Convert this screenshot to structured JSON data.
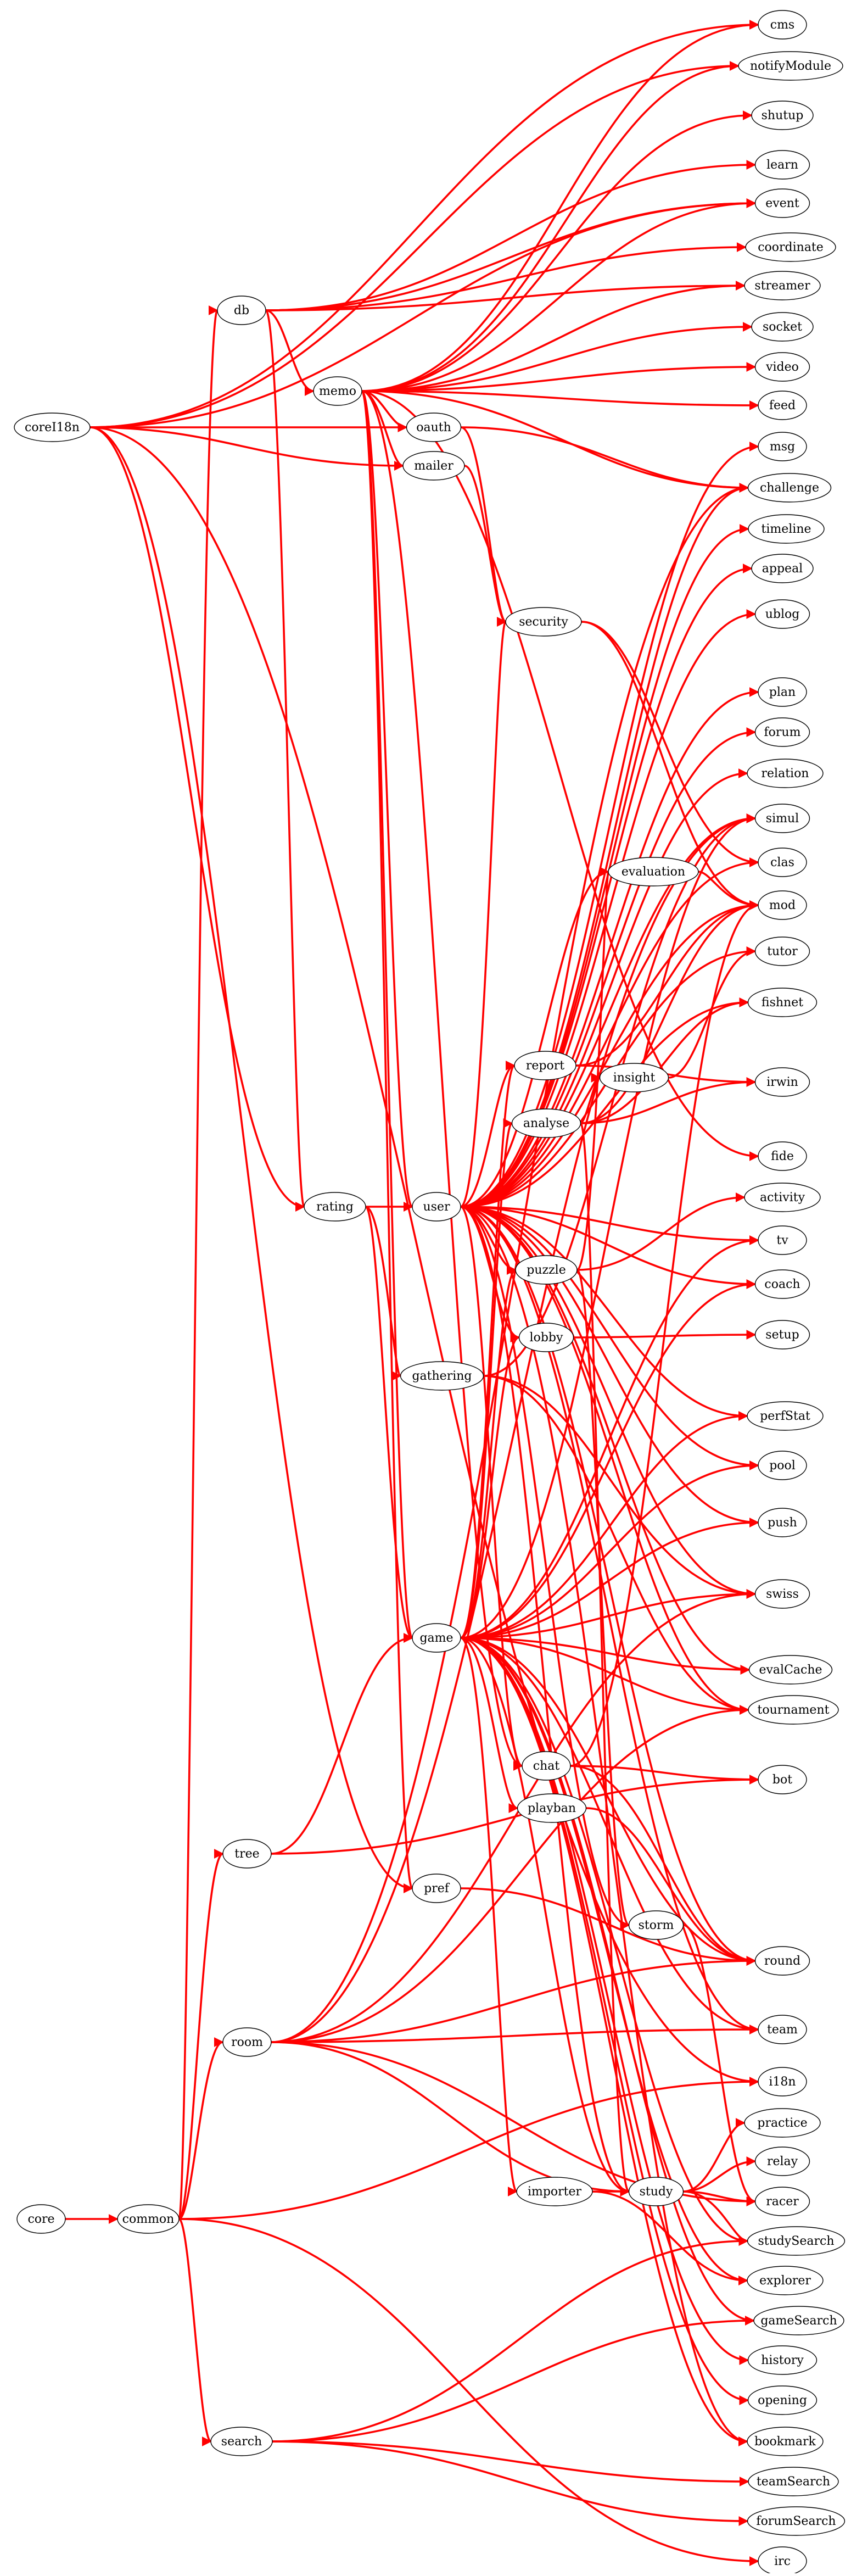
{
  "colors": {
    "edge": "#ff0000",
    "edge_dark": "#000000",
    "node_fill": "#ffffff",
    "node_stroke": "#000000",
    "background": "#ffffff"
  },
  "nodes": [
    {
      "id": "cms",
      "label": "cms"
    },
    {
      "id": "notifyModule",
      "label": "notifyModule"
    },
    {
      "id": "shutup",
      "label": "shutup"
    },
    {
      "id": "learn",
      "label": "learn"
    },
    {
      "id": "event",
      "label": "event"
    },
    {
      "id": "coordinate",
      "label": "coordinate"
    },
    {
      "id": "streamer",
      "label": "streamer"
    },
    {
      "id": "socket",
      "label": "socket"
    },
    {
      "id": "video",
      "label": "video"
    },
    {
      "id": "feed",
      "label": "feed"
    },
    {
      "id": "msg",
      "label": "msg"
    },
    {
      "id": "challenge",
      "label": "challenge"
    },
    {
      "id": "timeline",
      "label": "timeline"
    },
    {
      "id": "appeal",
      "label": "appeal"
    },
    {
      "id": "ublog",
      "label": "ublog"
    },
    {
      "id": "plan",
      "label": "plan"
    },
    {
      "id": "forum",
      "label": "forum"
    },
    {
      "id": "relation",
      "label": "relation"
    },
    {
      "id": "simul",
      "label": "simul"
    },
    {
      "id": "clas",
      "label": "clas"
    },
    {
      "id": "mod",
      "label": "mod"
    },
    {
      "id": "tutor",
      "label": "tutor"
    },
    {
      "id": "fishnet",
      "label": "fishnet"
    },
    {
      "id": "irwin",
      "label": "irwin"
    },
    {
      "id": "fide",
      "label": "fide"
    },
    {
      "id": "activity",
      "label": "activity"
    },
    {
      "id": "tv",
      "label": "tv"
    },
    {
      "id": "coach",
      "label": "coach"
    },
    {
      "id": "setup",
      "label": "setup"
    },
    {
      "id": "perfStat",
      "label": "perfStat"
    },
    {
      "id": "pool",
      "label": "pool"
    },
    {
      "id": "push",
      "label": "push"
    },
    {
      "id": "swiss",
      "label": "swiss"
    },
    {
      "id": "evalCache",
      "label": "evalCache"
    },
    {
      "id": "tournament",
      "label": "tournament"
    },
    {
      "id": "bot",
      "label": "bot"
    },
    {
      "id": "round",
      "label": "round"
    },
    {
      "id": "team",
      "label": "team"
    },
    {
      "id": "i18n",
      "label": "i18n"
    },
    {
      "id": "practice",
      "label": "practice"
    },
    {
      "id": "relay",
      "label": "relay"
    },
    {
      "id": "racer",
      "label": "racer"
    },
    {
      "id": "studySearch",
      "label": "studySearch"
    },
    {
      "id": "explorer",
      "label": "explorer"
    },
    {
      "id": "gameSearch",
      "label": "gameSearch"
    },
    {
      "id": "history",
      "label": "history"
    },
    {
      "id": "opening",
      "label": "opening"
    },
    {
      "id": "bookmark",
      "label": "bookmark"
    },
    {
      "id": "teamSearch",
      "label": "teamSearch"
    },
    {
      "id": "forumSearch",
      "label": "forumSearch"
    },
    {
      "id": "irc",
      "label": "irc"
    },
    {
      "id": "coreI18n",
      "label": "coreI18n"
    },
    {
      "id": "db",
      "label": "db"
    },
    {
      "id": "memo",
      "label": "memo"
    },
    {
      "id": "oauth",
      "label": "oauth"
    },
    {
      "id": "mailer",
      "label": "mailer"
    },
    {
      "id": "security",
      "label": "security"
    },
    {
      "id": "evaluation",
      "label": "evaluation"
    },
    {
      "id": "report",
      "label": "report"
    },
    {
      "id": "insight",
      "label": "insight"
    },
    {
      "id": "analyse",
      "label": "analyse"
    },
    {
      "id": "rating",
      "label": "rating"
    },
    {
      "id": "user",
      "label": "user"
    },
    {
      "id": "puzzle",
      "label": "puzzle"
    },
    {
      "id": "lobby",
      "label": "lobby"
    },
    {
      "id": "gathering",
      "label": "gathering"
    },
    {
      "id": "game",
      "label": "game"
    },
    {
      "id": "chat",
      "label": "chat"
    },
    {
      "id": "playban",
      "label": "playban"
    },
    {
      "id": "tree",
      "label": "tree"
    },
    {
      "id": "pref",
      "label": "pref"
    },
    {
      "id": "storm",
      "label": "storm"
    },
    {
      "id": "room",
      "label": "room"
    },
    {
      "id": "importer",
      "label": "importer"
    },
    {
      "id": "study",
      "label": "study"
    },
    {
      "id": "core",
      "label": "core"
    },
    {
      "id": "common",
      "label": "common"
    },
    {
      "id": "search",
      "label": "search"
    }
  ],
  "edges": [
    [
      "core",
      "common"
    ],
    [
      "common",
      "search"
    ],
    [
      "common",
      "room"
    ],
    [
      "common",
      "tree"
    ],
    [
      "common",
      "db"
    ],
    [
      "common",
      "irc"
    ],
    [
      "common",
      "i18n"
    ],
    [
      "coreI18n",
      "cms"
    ],
    [
      "coreI18n",
      "notifyModule"
    ],
    [
      "coreI18n",
      "event"
    ],
    [
      "coreI18n",
      "oauth"
    ],
    [
      "coreI18n",
      "mailer"
    ],
    [
      "coreI18n",
      "rating"
    ],
    [
      "coreI18n",
      "pref"
    ],
    [
      "coreI18n",
      "i18n"
    ],
    [
      "db",
      "memo"
    ],
    [
      "db",
      "learn"
    ],
    [
      "db",
      "event"
    ],
    [
      "db",
      "coordinate"
    ],
    [
      "db",
      "streamer"
    ],
    [
      "db",
      "rating"
    ],
    [
      "memo",
      "cms"
    ],
    [
      "memo",
      "notifyModule"
    ],
    [
      "memo",
      "shutup"
    ],
    [
      "memo",
      "streamer"
    ],
    [
      "memo",
      "socket"
    ],
    [
      "memo",
      "video"
    ],
    [
      "memo",
      "feed"
    ],
    [
      "memo",
      "oauth"
    ],
    [
      "memo",
      "mailer"
    ],
    [
      "memo",
      "user"
    ],
    [
      "memo",
      "game"
    ],
    [
      "memo",
      "pref"
    ],
    [
      "memo",
      "chat"
    ],
    [
      "memo",
      "fide"
    ],
    [
      "memo",
      "challenge"
    ],
    [
      "memo",
      "event"
    ],
    [
      "oauth",
      "security"
    ],
    [
      "oauth",
      "challenge"
    ],
    [
      "mailer",
      "security"
    ],
    [
      "security",
      "mod"
    ],
    [
      "security",
      "clas"
    ],
    [
      "rating",
      "user"
    ],
    [
      "rating",
      "gathering"
    ],
    [
      "rating",
      "game"
    ],
    [
      "user",
      "msg"
    ],
    [
      "user",
      "challenge"
    ],
    [
      "user",
      "timeline"
    ],
    [
      "user",
      "appeal"
    ],
    [
      "user",
      "ublog"
    ],
    [
      "user",
      "security"
    ],
    [
      "user",
      "plan"
    ],
    [
      "user",
      "forum"
    ],
    [
      "user",
      "relation"
    ],
    [
      "user",
      "simul"
    ],
    [
      "user",
      "clas"
    ],
    [
      "user",
      "mod"
    ],
    [
      "user",
      "tutor"
    ],
    [
      "user",
      "fishnet"
    ],
    [
      "user",
      "evaluation"
    ],
    [
      "user",
      "report"
    ],
    [
      "user",
      "tv"
    ],
    [
      "user",
      "coach"
    ],
    [
      "user",
      "puzzle"
    ],
    [
      "user",
      "lobby"
    ],
    [
      "user",
      "perfStat"
    ],
    [
      "user",
      "pool"
    ],
    [
      "user",
      "push"
    ],
    [
      "user",
      "swiss"
    ],
    [
      "user",
      "evalCache"
    ],
    [
      "user",
      "tournament"
    ],
    [
      "user",
      "team"
    ],
    [
      "user",
      "chat"
    ],
    [
      "user",
      "storm"
    ],
    [
      "user",
      "study"
    ],
    [
      "user",
      "round"
    ],
    [
      "user",
      "bookmark"
    ],
    [
      "report",
      "mod"
    ],
    [
      "report",
      "irwin"
    ],
    [
      "insight",
      "tutor"
    ],
    [
      "analyse",
      "insight"
    ],
    [
      "analyse",
      "fishnet"
    ],
    [
      "analyse",
      "irwin"
    ],
    [
      "analyse",
      "mod"
    ],
    [
      "analyse",
      "study"
    ],
    [
      "evaluation",
      "mod"
    ],
    [
      "puzzle",
      "activity"
    ],
    [
      "puzzle",
      "storm"
    ],
    [
      "puzzle",
      "evaluation"
    ],
    [
      "lobby",
      "setup"
    ],
    [
      "gathering",
      "simul"
    ],
    [
      "gathering",
      "swiss"
    ],
    [
      "gathering",
      "tournament"
    ],
    [
      "game",
      "analyse"
    ],
    [
      "game",
      "report"
    ],
    [
      "game",
      "puzzle"
    ],
    [
      "game",
      "lobby"
    ],
    [
      "game",
      "tv"
    ],
    [
      "game",
      "coach"
    ],
    [
      "game",
      "perfStat"
    ],
    [
      "game",
      "pool"
    ],
    [
      "game",
      "push"
    ],
    [
      "game",
      "swiss"
    ],
    [
      "game",
      "evalCache"
    ],
    [
      "game",
      "tournament"
    ],
    [
      "game",
      "playban"
    ],
    [
      "game",
      "importer"
    ],
    [
      "game",
      "study"
    ],
    [
      "game",
      "studySearch"
    ],
    [
      "game",
      "gameSearch"
    ],
    [
      "game",
      "history"
    ],
    [
      "game",
      "opening"
    ],
    [
      "game",
      "round"
    ],
    [
      "game",
      "team"
    ],
    [
      "game",
      "explorer"
    ],
    [
      "game",
      "simul"
    ],
    [
      "game",
      "bookmark"
    ],
    [
      "chat",
      "bot"
    ],
    [
      "chat",
      "round"
    ],
    [
      "chat",
      "mod"
    ],
    [
      "playban",
      "round"
    ],
    [
      "tree",
      "game"
    ],
    [
      "tree",
      "bot"
    ],
    [
      "pref",
      "round"
    ],
    [
      "storm",
      "racer"
    ],
    [
      "room",
      "round"
    ],
    [
      "room",
      "tournament"
    ],
    [
      "room",
      "swiss"
    ],
    [
      "room",
      "study"
    ],
    [
      "room",
      "racer"
    ],
    [
      "room",
      "team"
    ],
    [
      "room",
      "challenge"
    ],
    [
      "room",
      "simul"
    ],
    [
      "importer",
      "study"
    ],
    [
      "importer",
      "explorer"
    ],
    [
      "study",
      "practice"
    ],
    [
      "study",
      "relay"
    ],
    [
      "study",
      "studySearch"
    ],
    [
      "study",
      "racer"
    ],
    [
      "search",
      "studySearch"
    ],
    [
      "search",
      "gameSearch"
    ],
    [
      "search",
      "teamSearch"
    ],
    [
      "search",
      "forumSearch"
    ]
  ]
}
